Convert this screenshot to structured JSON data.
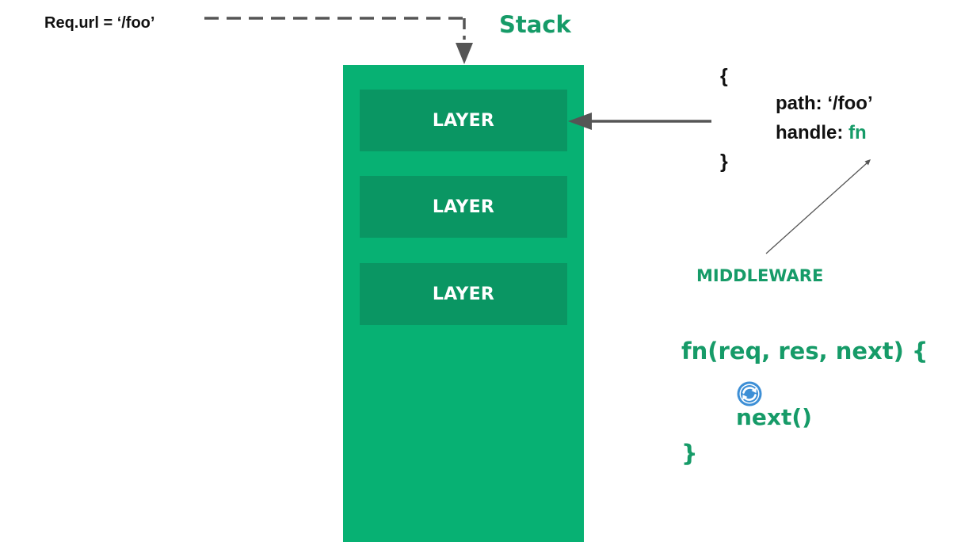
{
  "request": {
    "label": "Req.url = ‘/foo’"
  },
  "stack": {
    "title": "Stack",
    "layers": [
      {
        "label": "LAYER"
      },
      {
        "label": "LAYER"
      },
      {
        "label": "LAYER"
      }
    ]
  },
  "layer_object": {
    "open_brace": "{",
    "path_line": "path: ‘/foo’",
    "handle_key": "handle: ",
    "handle_value": "fn",
    "close_brace": "}"
  },
  "middleware": {
    "label": "MIDDLEWARE",
    "signature": "fn(req, res, next) {",
    "next_call": "next()",
    "close_brace": "}",
    "loop_icon": "refresh-icon"
  },
  "colors": {
    "stack_green": "#07b173",
    "layer_green": "#0a9663",
    "text_green": "#169b68",
    "arrow_gray": "#555555",
    "icon_blue": "#3d8fd6"
  }
}
